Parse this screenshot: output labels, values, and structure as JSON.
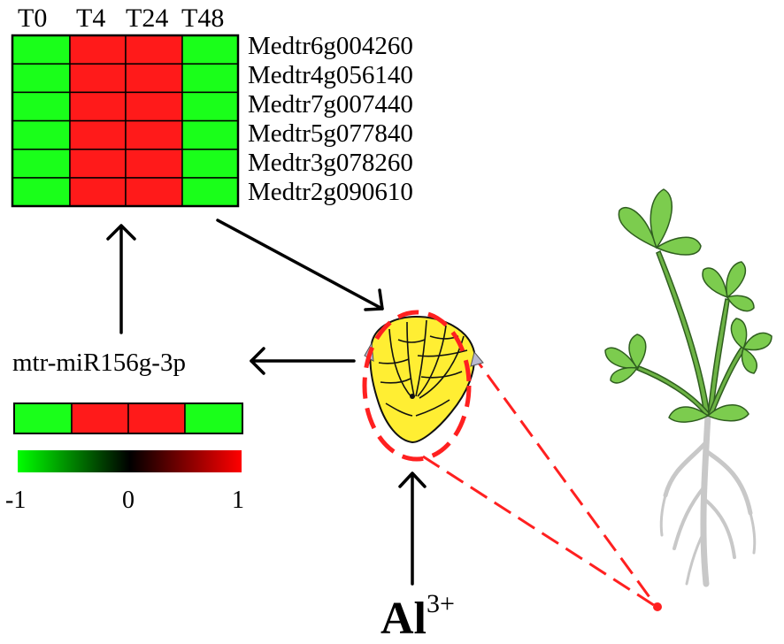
{
  "heatmap": {
    "columns": [
      "T0",
      "T4",
      "T24",
      "T48"
    ],
    "genes": [
      "Medtr6g004260",
      "Medtr4g056140",
      "Medtr7g007440",
      "Medtr5g077840",
      "Medtr3g078260",
      "Medtr2g090610"
    ],
    "values": [
      [
        -1,
        1,
        1,
        -1
      ],
      [
        -1,
        1,
        1,
        -1
      ],
      [
        -1,
        1,
        1,
        -1
      ],
      [
        -1,
        1,
        1,
        -1
      ],
      [
        -1,
        1,
        1,
        -1
      ],
      [
        -1,
        1,
        1,
        -1
      ]
    ]
  },
  "mirna": {
    "name": "mtr-miR156g-3p",
    "values": [
      -1,
      1,
      1,
      -1
    ]
  },
  "scale": {
    "min_label": "-1",
    "mid_label": "0",
    "max_label": "1",
    "colors": {
      "low": "#00ff00",
      "mid": "#000000",
      "high": "#ff0000"
    }
  },
  "ion": {
    "symbol": "Al",
    "charge": "3+"
  },
  "colors": {
    "up": "#ff1a1a",
    "down": "#1aff1a",
    "highlight": "#ff2020",
    "root_tip": "#ffee33",
    "leaf": "#7ccc4e",
    "root": "#c8c8c8"
  }
}
